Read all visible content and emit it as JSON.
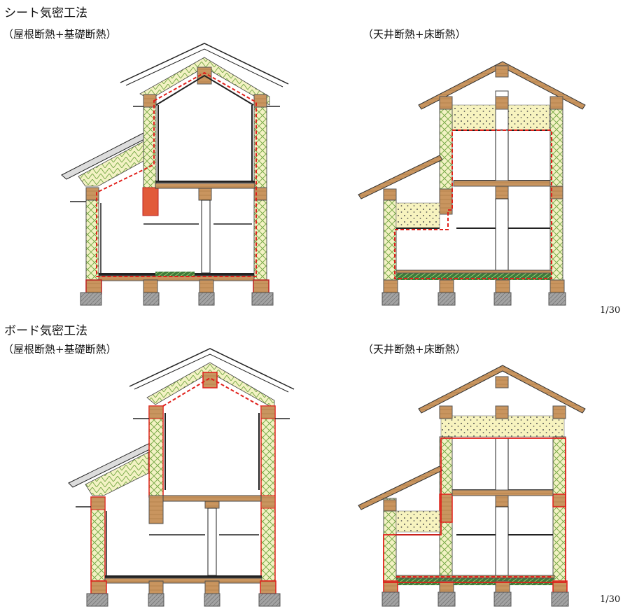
{
  "sections": [
    {
      "title": "シート気密工法",
      "left_caption": "（屋根断熱+基礎断熱）",
      "right_caption": "（天井断熱+床断熱）",
      "scale": "1/30"
    },
    {
      "title": "ボード気密工法",
      "left_caption": "（屋根断熱+基礎断熱）",
      "right_caption": "（天井断熱+床断熱）",
      "scale": "1/30"
    }
  ],
  "colors": {
    "insulation_fill": "#f3f2c4",
    "insulation_hatch": "#7fae4f",
    "airtight_line": "#e0201b",
    "wood": "#c9955f",
    "wood_dark": "#8a5a2b",
    "foundation": "#9a9a9a",
    "loose_fill": "#f7f3bf"
  }
}
